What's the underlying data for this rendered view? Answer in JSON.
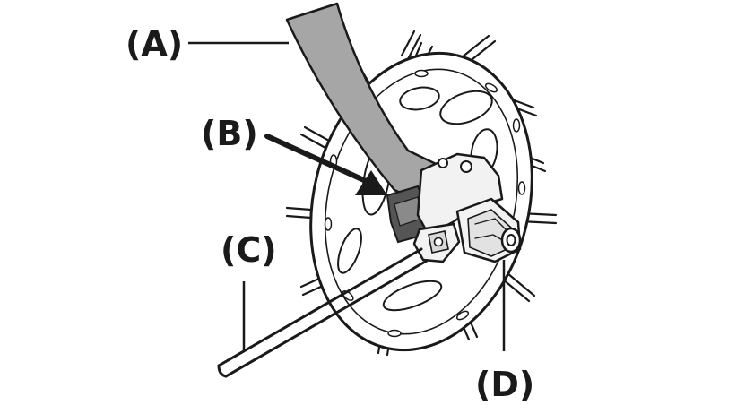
{
  "labels": {
    "a": "(A)",
    "b": "(B)",
    "c": "(C)",
    "d": "(D)"
  },
  "colors": {
    "line": "#1a1a1a",
    "arm_fill": "#a6a6a6",
    "part_fill": "#f2f2f2",
    "dark_fill": "#555555"
  }
}
